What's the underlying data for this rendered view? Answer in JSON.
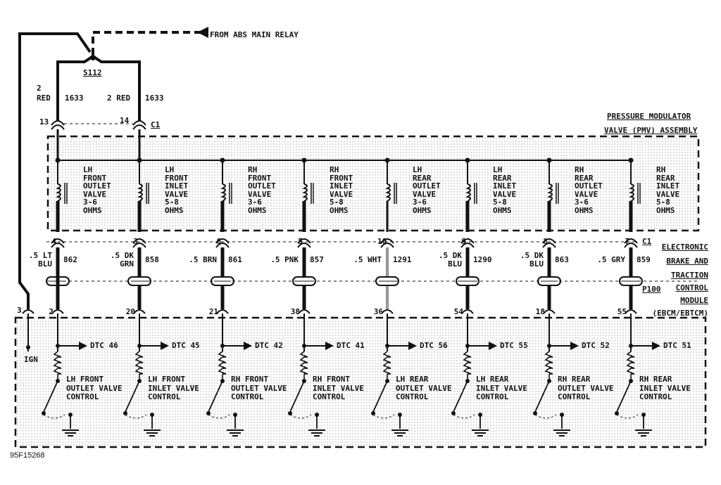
{
  "relay_label": "FROM ABS MAIN RELAY",
  "splice": "S112",
  "feeds": [
    {
      "gauge": "2",
      "color": "RED",
      "circuit": "1633",
      "pin": "13"
    },
    {
      "gauge": "2 RED",
      "circuit": "1633",
      "pin": "14"
    }
  ],
  "c1_top": "C1",
  "assembly_title": [
    "PRESSURE MODULATOR",
    "VALVE (PMV) ASSEMBLY"
  ],
  "valves": [
    {
      "text": "LH\nFRONT\nOUTLET\nVALVE\n3-6\nOHMS"
    },
    {
      "text": "LH\nFRONT\nINLET\nVALVE\n5-8\nOHMS"
    },
    {
      "text": "RH\nFRONT\nOUTLET\nVALVE\n3-6\nOHMS"
    },
    {
      "text": "RH\nFRONT\nINLET\nVALVE\n5-8\nOHMS"
    },
    {
      "text": "LH\nREAR\nOUTLET\nVALVE\n3-6\nOHMS"
    },
    {
      "text": "LH\nREAR\nINLET\nVALVE\n5-8\nOHMS"
    },
    {
      "text": "RH\nREAR\nOUTLET\nVALVE\n3-6\nOHMS"
    },
    {
      "text": "RH\nREAR\nINLET\nVALVE\n5-8\nOHMS"
    }
  ],
  "wires": [
    {
      "pin": "4",
      "color": ".5 LT\nBLU",
      "circuit": "862",
      "ecu_pin": "2",
      "dtc": "DTC 46",
      "control": "LH FRONT\nOUTLET VALVE\nCONTROL"
    },
    {
      "pin": "3",
      "color": ".5 DK\nGRN",
      "circuit": "858",
      "ecu_pin": "20",
      "dtc": "DTC 45",
      "control": "LH FRONT\nINLET VALVE\nCONTROL"
    },
    {
      "pin": "6",
      "color": ".5 BRN",
      "circuit": "861",
      "ecu_pin": "21",
      "dtc": "DTC 42",
      "control": "RH FRONT\nOUTLET VALVE\nCONTROL"
    },
    {
      "pin": "5",
      "color": ".5 PNK",
      "circuit": "857",
      "ecu_pin": "38",
      "dtc": "DTC 41",
      "control": "RH FRONT\nINLET VALVE\nCONTROL"
    },
    {
      "pin": "10",
      "color": ".5 WHT",
      "circuit": "1291",
      "ecu_pin": "36",
      "dtc": "DTC 56",
      "control": "LH REAR\nOUTLET VALVE\nCONTROL"
    },
    {
      "pin": "9",
      "color": ".5 DK\nBLU",
      "circuit": "1290",
      "ecu_pin": "54",
      "dtc": "DTC 55",
      "control": "LH REAR\nINLET VALVE\nCONTROL"
    },
    {
      "pin": "8",
      "color": ".5 DK\nBLU",
      "circuit": "863",
      "ecu_pin": "18",
      "dtc": "DTC 52",
      "control": "RH REAR\nOUTLET VALVE\nCONTROL"
    },
    {
      "pin": "7",
      "color": ".5 GRY",
      "circuit": "859",
      "ecu_pin": "55",
      "dtc": "DTC 51",
      "control": "RH REAR\nINLET VALVE\nCONTROL"
    }
  ],
  "c1_bottom": "C1",
  "p100": "P100",
  "ign_pin": "3",
  "ign_label": "IGN",
  "module_title": [
    "ELECTRONIC",
    "BRAKE AND",
    "TRACTION",
    "CONTROL",
    "MODULE",
    "(EBCM/EBTCM)"
  ],
  "figure_id": "95F15268"
}
